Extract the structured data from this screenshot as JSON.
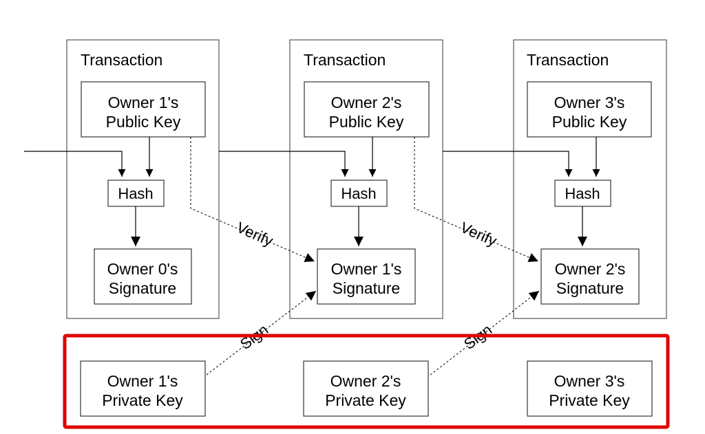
{
  "transactions": [
    {
      "title": "Transaction",
      "public_key": [
        "Owner 1's",
        "Public Key"
      ],
      "hash": "Hash",
      "signature": [
        "Owner 0's",
        "Signature"
      ]
    },
    {
      "title": "Transaction",
      "public_key": [
        "Owner 2's",
        "Public Key"
      ],
      "hash": "Hash",
      "signature": [
        "Owner 1's",
        "Signature"
      ]
    },
    {
      "title": "Transaction",
      "public_key": [
        "Owner 3's",
        "Public Key"
      ],
      "hash": "Hash",
      "signature": [
        "Owner 2's",
        "Signature"
      ]
    }
  ],
  "private_keys": [
    [
      "Owner 1's",
      "Private Key"
    ],
    [
      "Owner 2's",
      "Private Key"
    ],
    [
      "Owner 3's",
      "Private Key"
    ]
  ],
  "edge_labels": {
    "verify": "Verify",
    "sign": "Sign"
  },
  "colors": {
    "highlight": "#e00000",
    "stroke": "#000000",
    "frame": "#555555"
  }
}
